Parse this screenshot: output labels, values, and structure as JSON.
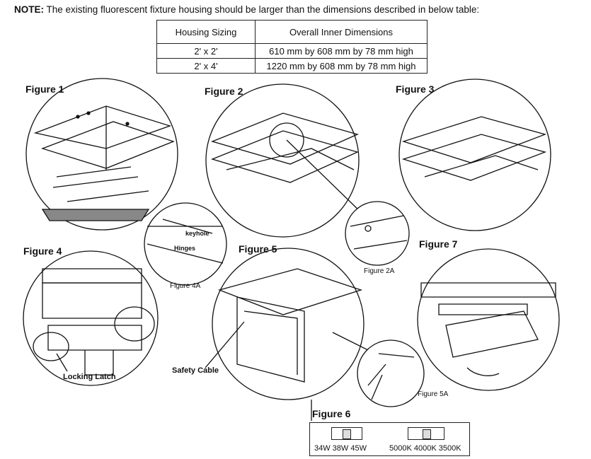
{
  "note": {
    "prefix": "NOTE:",
    "text": " The existing fluorescent fixture housing should be larger than the dimensions described in below table:"
  },
  "table": {
    "headers": [
      "Housing Sizing",
      "Overall Inner Dimensions"
    ],
    "rows": [
      [
        "2' x 2'",
        "610 mm by 608 mm by 78 mm high"
      ],
      [
        "2' x 4'",
        "1220 mm by 608 mm by 78 mm high"
      ]
    ]
  },
  "figures": {
    "f1": "Figure 1",
    "f2": "Figure 2",
    "f3": "Figure 3",
    "f4": "Figure 4",
    "f5": "Figure 5",
    "f6": "Figure 6",
    "f7": "Figure 7",
    "f2a": "Figure 2A",
    "f4a": "Figure 4A",
    "f5a": "Figure 5A"
  },
  "callouts": {
    "keyhole": "keyhole",
    "hinges": "Hinges",
    "locking_latch": "Locking Latch",
    "safety_cable": "Safety Cable"
  },
  "switches": {
    "wattage": "34W  38W  45W",
    "cct": "5000K  4000K  3500K"
  }
}
